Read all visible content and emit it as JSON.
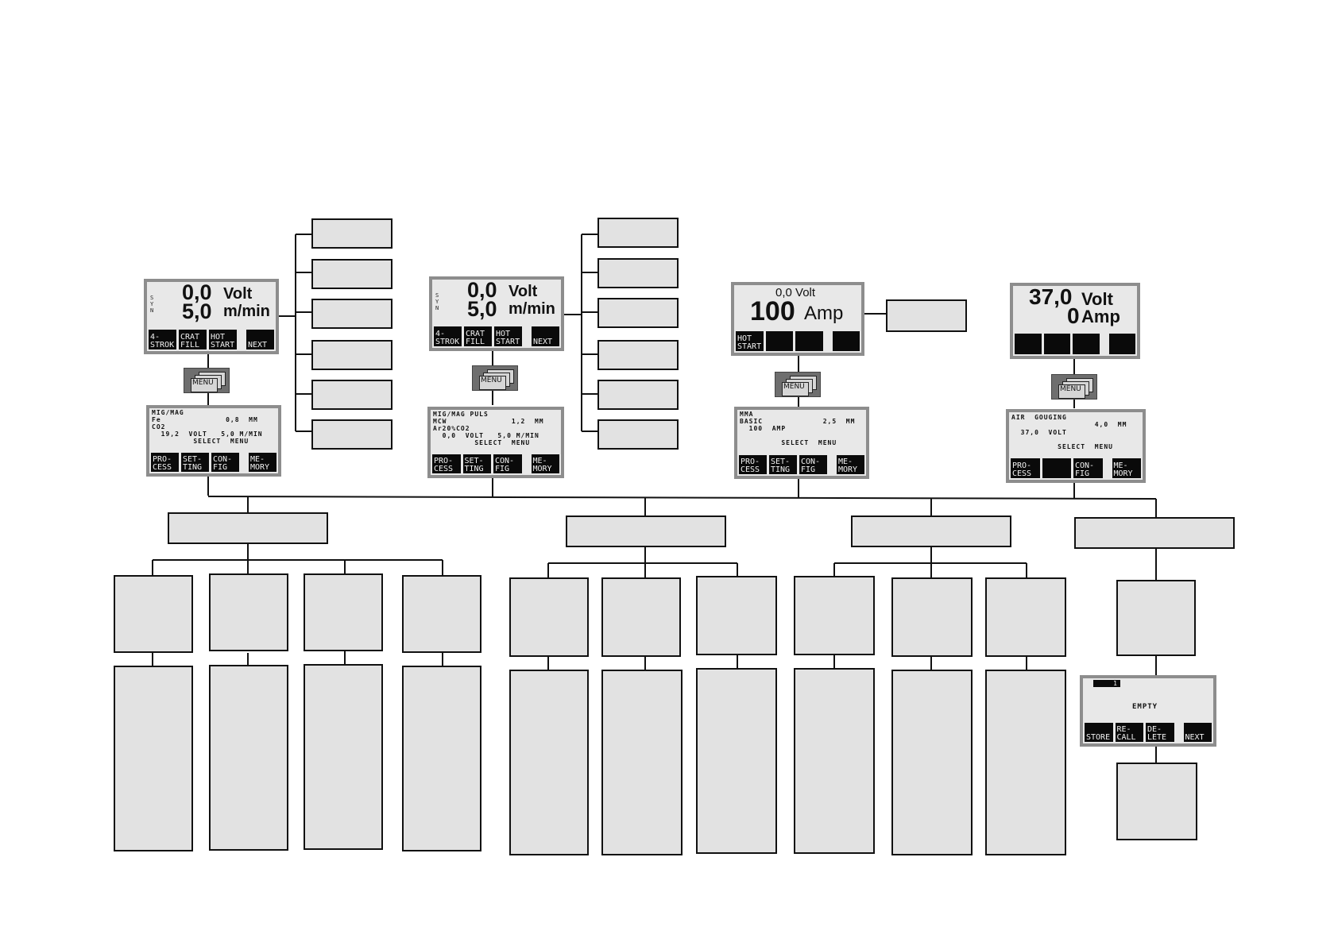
{
  "panels": {
    "synergic_mig": {
      "value1": "0,0",
      "unit1": "Volt",
      "value2": "5,0",
      "unit2": "m/min",
      "side": "SYN",
      "softkeys": [
        "4-\nSTROK",
        "CRAT\nFILL",
        "HOT\nSTART",
        "NEXT"
      ]
    },
    "synergic_pulse": {
      "value1": "0,0",
      "unit1": "Volt",
      "value2": "5,0",
      "unit2": "m/min",
      "side": "SYN",
      "softkeys": [
        "4-\nSTROK",
        "CRAT\nFILL",
        "HOT\nSTART",
        "NEXT"
      ]
    },
    "mma": {
      "value1": "0,0 Volt",
      "value2": "100",
      "unit2": "Amp",
      "softkeys": [
        "HOT\nSTART",
        "",
        "",
        ""
      ]
    },
    "gouging": {
      "value1": "37,0",
      "unit1": "Volt",
      "value2": "0",
      "unit2": "Amp",
      "softkeys": [
        "",
        "",
        "",
        ""
      ]
    }
  },
  "menu_button": {
    "label": "MENU"
  },
  "menus": {
    "mig": {
      "lines": [
        "MIG/MAG",
        "Fe              0,8  MM",
        "CO2",
        "  19,2  VOLT   5,0 M/MIN",
        "         SELECT  MENU"
      ],
      "softkeys": [
        "PRO-\nCESS",
        "SET-\nTING",
        "CON-\nFIG",
        "ME-\nMORY"
      ]
    },
    "pulse": {
      "lines": [
        "MIG/MAG PULS",
        "MCW              1,2  MM",
        "Ar20%CO2",
        "  0,0  VOLT   5,0 M/MIN",
        "         SELECT  MENU"
      ],
      "softkeys": [
        "PRO-\nCESS",
        "SET-\nTING",
        "CON-\nFIG",
        "ME-\nMORY"
      ]
    },
    "mma": {
      "lines": [
        "MMA",
        "BASIC             2,5  MM",
        "  100  AMP",
        "",
        "         SELECT  MENU"
      ],
      "softkeys": [
        "PRO-\nCESS",
        "SET-\nTING",
        "CON-\nFIG",
        "ME-\nMORY"
      ]
    },
    "gouging": {
      "lines": [
        "AIR  GOUGING",
        "                  4,0  MM",
        "  37,0  VOLT",
        "",
        "          SELECT  MENU"
      ],
      "softkeys": [
        "PRO-\nCESS",
        "",
        "CON-\nFIG",
        "ME-\nMORY"
      ]
    }
  },
  "memory_screen": {
    "slot": "1",
    "status": "EMPTY",
    "softkeys": [
      "STORE",
      "RE-\nCALL",
      "DE-\nLETE",
      "NEXT"
    ]
  },
  "colors": {
    "box_fill": "#e2e2e2",
    "lcd_frame": "#8d8d8d",
    "lcd_screen": "#e8e8e8",
    "softkey": "#0a0a0a",
    "line": "#111111"
  }
}
